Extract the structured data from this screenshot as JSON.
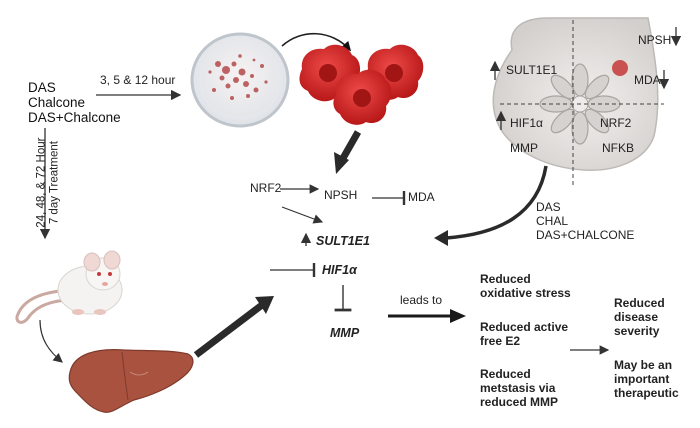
{
  "treatments": [
    "DAS",
    "Chalcone",
    "DAS+Chalcone"
  ],
  "incubation_label": "3, 5 & 12 hour",
  "treatment_duration": [
    "24, 48, & 72 Hour",
    "7 day Treatment"
  ],
  "breast_panel": {
    "up_markers": [
      "SULT1E1",
      "HIF1α",
      "MMP"
    ],
    "down_markers": [
      "NPSH",
      "MDA"
    ],
    "neutral_markers": [
      "NRF2",
      "NFKB"
    ]
  },
  "breast_treatments": [
    "DAS",
    "CHAL",
    "DAS+CHALCONE"
  ],
  "pathway": {
    "nrf2": "NRF2",
    "npsh": "NPSH",
    "mda": "MDA",
    "sult1e1": "SULT1E1",
    "hif1a": "HIF1α",
    "mmp": "MMP"
  },
  "leads_to": "leads to",
  "outcomes": [
    [
      "Reduced",
      "oxidative stress"
    ],
    [
      "Reduced active",
      "free E2"
    ],
    [
      "Reduced",
      "metstasis via",
      "reduced MMP"
    ]
  ],
  "final_outcomes": [
    [
      "Reduced",
      "disease",
      "severity"
    ],
    [
      "May be an",
      "important",
      "therapeutic"
    ]
  ],
  "colors": {
    "tumor_red": "#d42a2a",
    "liver_brown": "#a9523f",
    "arrow_dark": "#222222"
  }
}
